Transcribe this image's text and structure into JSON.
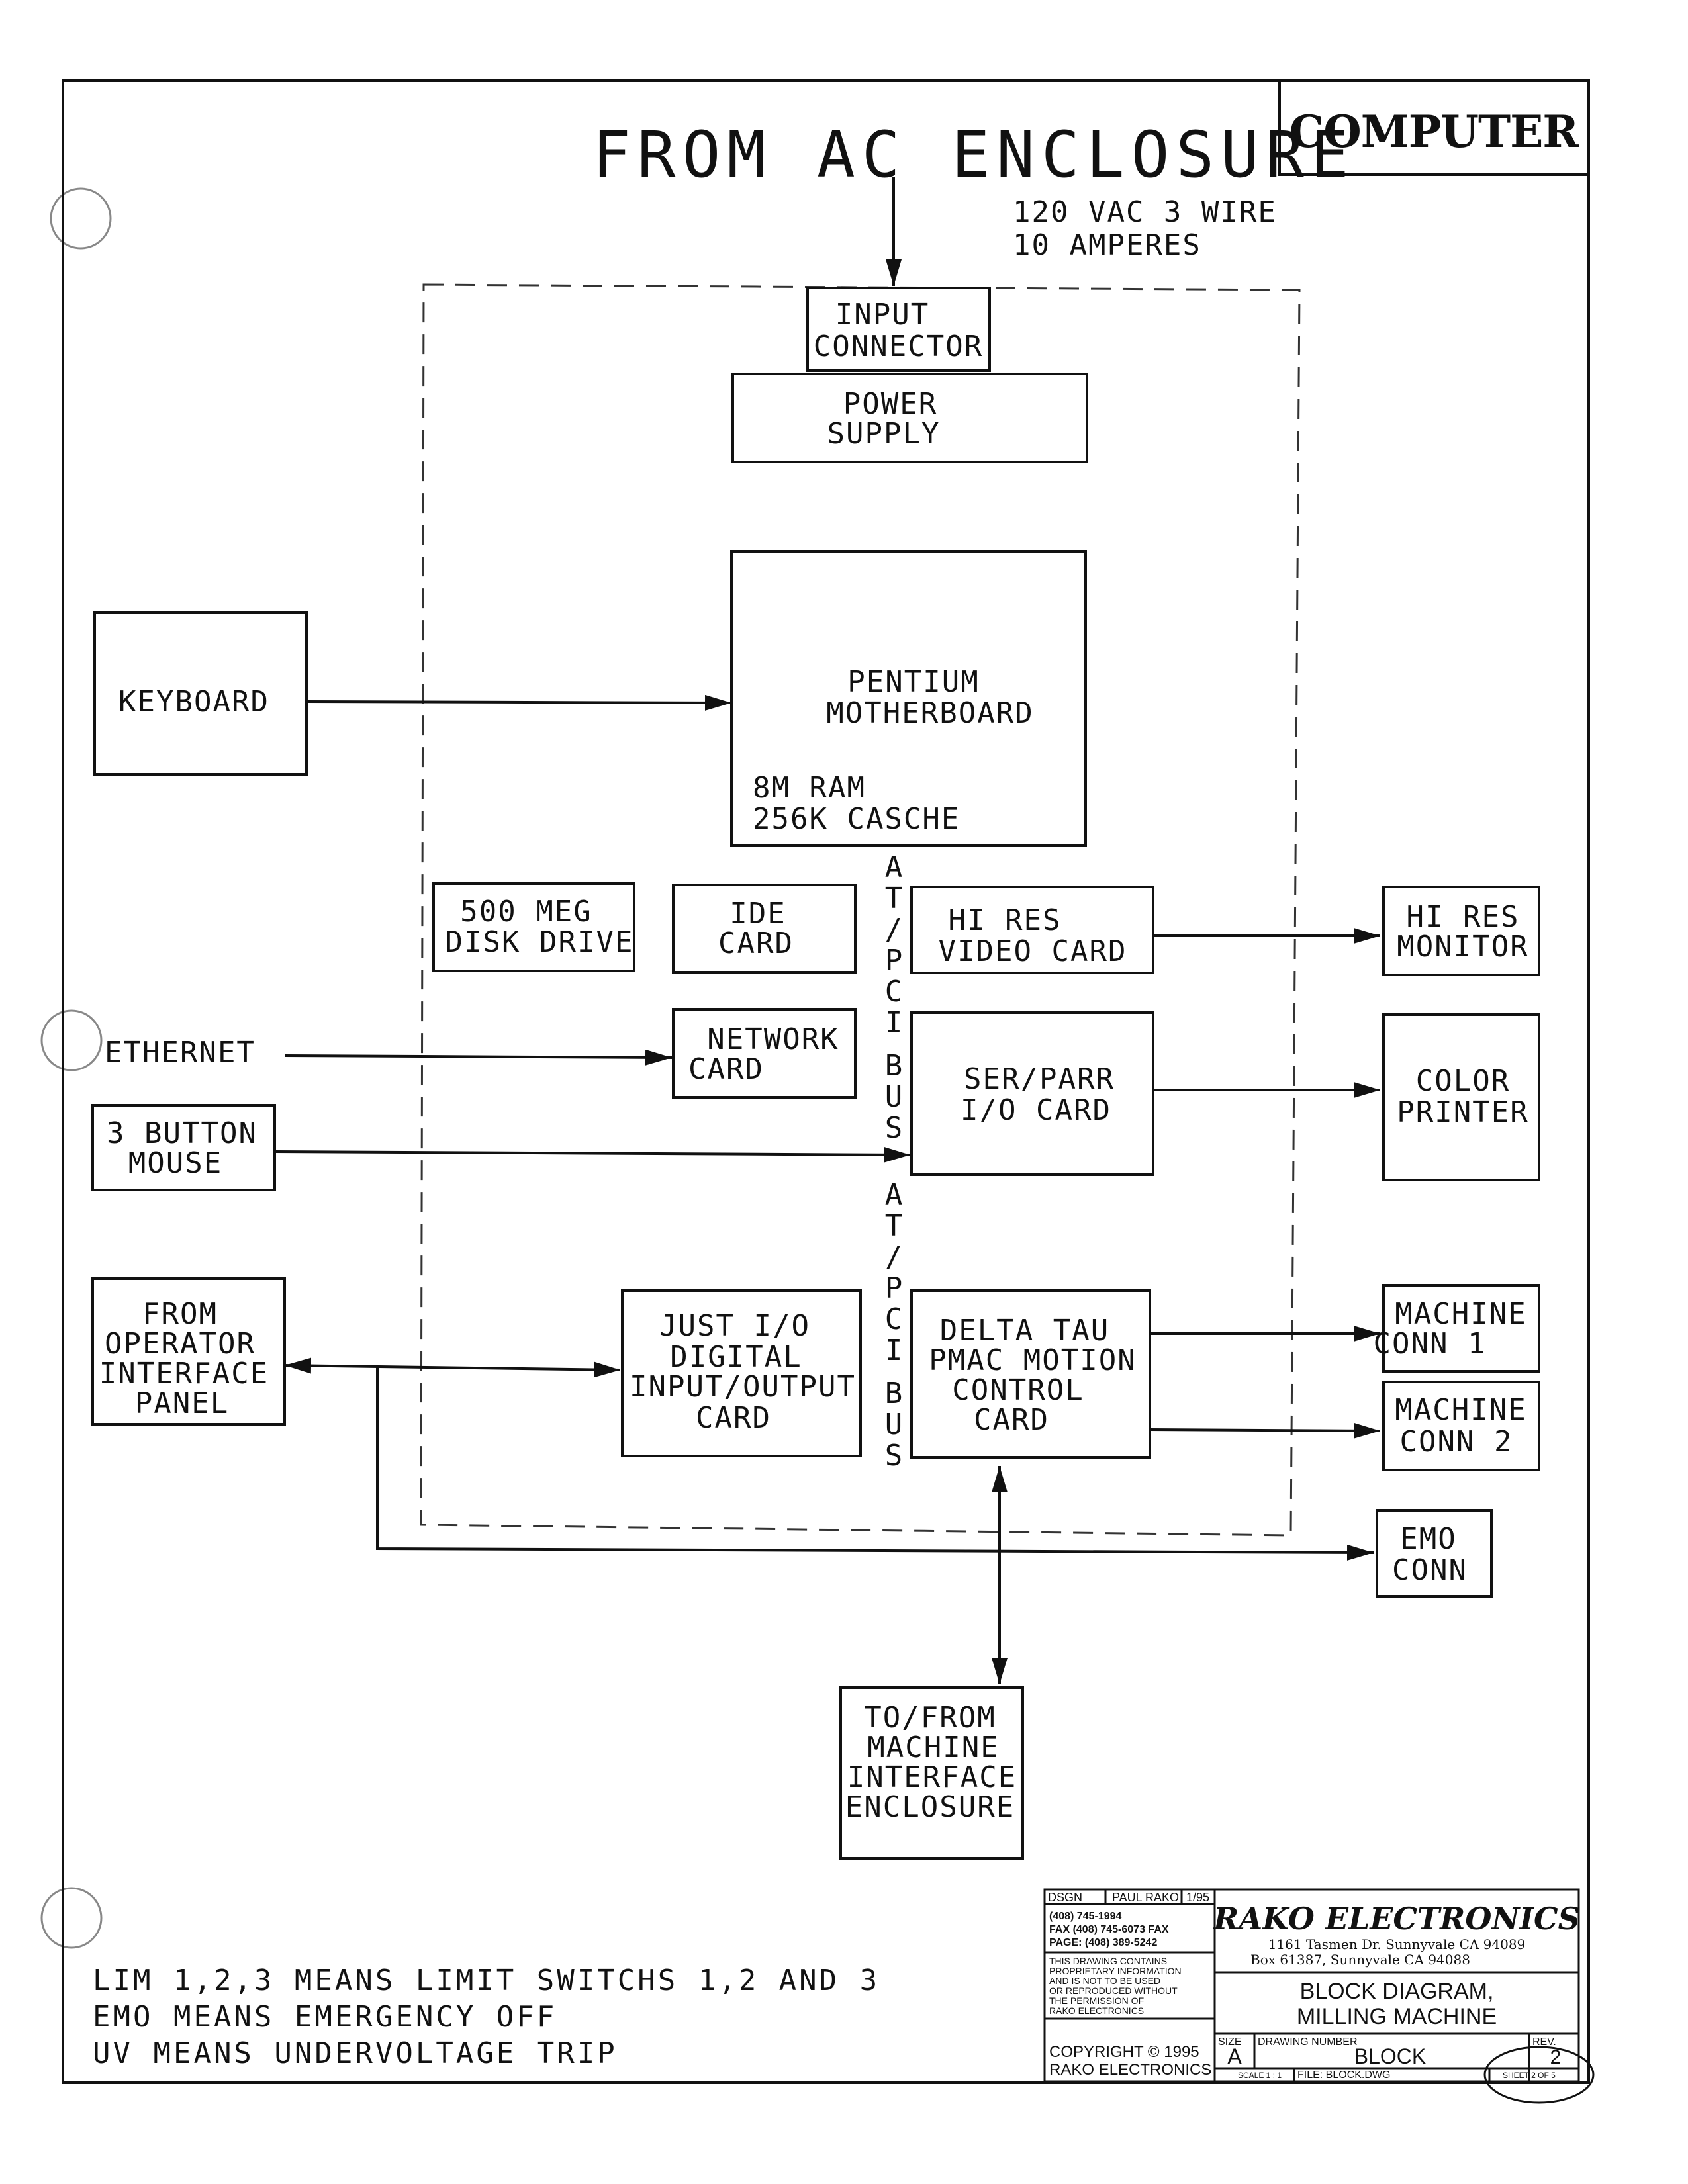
{
  "header": {
    "title": "FROM AC ENCLOSURE",
    "corner_label": "COMPUTER",
    "power_lines": [
      "120 VAC 3 WIRE",
      "10 AMPERES"
    ]
  },
  "blocks": {
    "input_connector": [
      "INPUT",
      "CONNECTOR"
    ],
    "power_supply": [
      "POWER",
      "SUPPLY"
    ],
    "motherboard": [
      "PENTIUM",
      "MOTHERBOARD"
    ],
    "motherboard_specs": [
      "8M RAM",
      "256K CASCHE"
    ],
    "keyboard": [
      "KEYBOARD"
    ],
    "disk_drive": [
      "500 MEG",
      "DISK DRIVE"
    ],
    "ide_card": [
      "IDE",
      "CARD"
    ],
    "video_card": [
      "HI RES",
      "VIDEO CARD"
    ],
    "monitor": [
      "HI RES",
      "MONITOR"
    ],
    "ethernet": [
      "ETHERNET"
    ],
    "network_card": [
      "NETWORK",
      "CARD"
    ],
    "ser_parr_card": [
      "SER/PARR",
      "I/O CARD"
    ],
    "color_printer": [
      "COLOR",
      "PRINTER"
    ],
    "mouse": [
      "3 BUTTON",
      "MOUSE"
    ],
    "operator_panel": [
      "FROM",
      "OPERATOR",
      "INTERFACE",
      "PANEL"
    ],
    "just_io": [
      "JUST I/O",
      "DIGITAL",
      "INPUT/OUTPUT",
      "CARD"
    ],
    "delta_tau": [
      "DELTA TAU",
      "PMAC MOTION",
      "CONTROL",
      "CARD"
    ],
    "machine_conn_1": [
      "MACHINE",
      "CONN 1"
    ],
    "machine_conn_2": [
      "MACHINE",
      "CONN 2"
    ],
    "emo_conn": [
      "EMO",
      "CONN"
    ],
    "machine_interface": [
      "TO/FROM",
      "MACHINE",
      "INTERFACE",
      "ENCLOSURE"
    ]
  },
  "bus_label": [
    "A",
    "T",
    "/",
    "P",
    "C",
    "I",
    "B",
    "U",
    "S"
  ],
  "notes": [
    "LIM 1,2,3 MEANS LIMIT SWITCHS 1,2 AND 3",
    "EMO MEANS EMERGENCY OFF",
    "UV MEANS UNDERVOLTAGE TRIP"
  ],
  "title_block": {
    "dsgn_label": "DSGN",
    "designer": "PAUL RAKO",
    "date": "1/95",
    "phones": [
      "(408) 745-1994",
      "FAX (408) 745-6073 FAX",
      "PAGE: (408) 389-5242"
    ],
    "proprietary": [
      "THIS DRAWING CONTAINS",
      "PROPRIETARY INFORMATION",
      "AND IS NOT TO BE USED",
      "OR REPRODUCED WITHOUT",
      "THE PERMISSION OF",
      "RAKO ELECTRONICS"
    ],
    "copyright": [
      "COPYRIGHT © 1995",
      "RAKO ELECTRONICS"
    ],
    "company": "RAKO ELECTRONICS",
    "address": [
      "1161 Tasmen Dr. Sunnyvale CA 94089",
      "Box 61387, Sunnyvale CA 94088"
    ],
    "drawing_title": [
      "BLOCK DIAGRAM,",
      "MILLING MACHINE"
    ],
    "size_label": "SIZE",
    "size": "A",
    "drawing_number_label": "DRAWING NUMBER",
    "drawing_number": "BLOCK",
    "rev_label": "REV.",
    "rev": "2",
    "scale": "SCALE 1 : 1",
    "file": "FILE: BLOCK.DWG",
    "sheet": "SHEET 2 OF 5"
  }
}
